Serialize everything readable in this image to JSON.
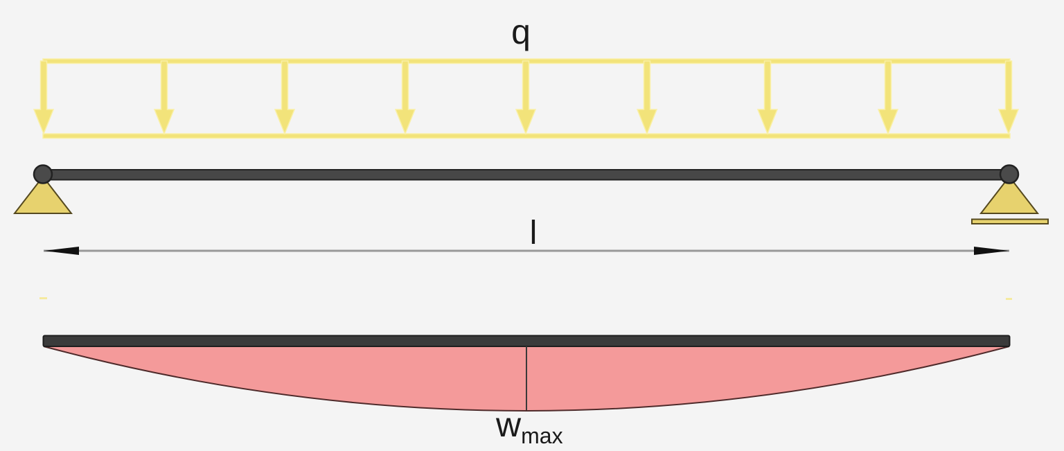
{
  "diagram": {
    "labels": {
      "distributed_load": "q",
      "span_length": "l",
      "max_deflection_symbol": "w",
      "max_deflection_subscript": "max"
    },
    "colors": {
      "background": "#f4f4f4",
      "load_yellow": "#F2E37A",
      "load_yellow_light": "#F9F0A6",
      "support_yellow": "#E7D26E",
      "support_outline": "#55491F",
      "beam_gray": "#474747",
      "beam_outline": "#242424",
      "deflection_beam_gray": "#3B3B3B",
      "deflection_fill_pink": "#F49A9A",
      "deflection_outline": "#4E2A2A",
      "dimension_line_gray": "#999999",
      "arrowhead_black": "#111111",
      "label_black": "#1A1A1A"
    },
    "load_arrows": {
      "count": 9,
      "x_positions": [
        63,
        237,
        411,
        585,
        759,
        934,
        1108,
        1282,
        1456
      ]
    }
  }
}
